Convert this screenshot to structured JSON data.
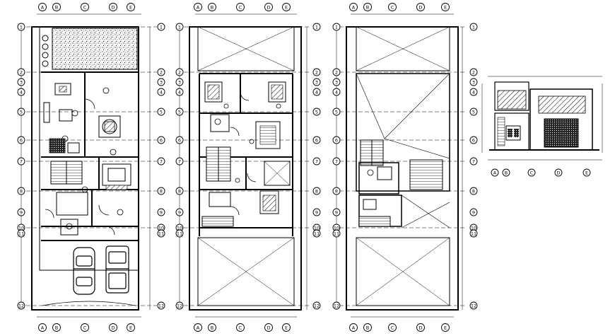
{
  "drawing": {
    "background": "#ffffff",
    "line_color": "#000000",
    "plans": [
      {
        "id": "ground-floor",
        "top_axes": [
          "A",
          "B",
          "C",
          "D",
          "E"
        ],
        "bottom_axes": [
          "A",
          "B",
          "C",
          "D",
          "E"
        ],
        "side_axes": [
          "1",
          "2",
          "3",
          "4",
          "5",
          "6",
          "7",
          "8",
          "9",
          "10",
          "11",
          "12"
        ]
      },
      {
        "id": "first-floor",
        "top_axes": [
          "A",
          "B",
          "C",
          "D",
          "E"
        ],
        "bottom_axes": [
          "A",
          "B",
          "C",
          "D",
          "E"
        ],
        "side_axes": [
          "1",
          "2",
          "3",
          "4",
          "5",
          "6",
          "7",
          "8",
          "9",
          "10",
          "11",
          "12"
        ]
      },
      {
        "id": "roof-plan",
        "top_axes": [
          "A",
          "B",
          "C",
          "D",
          "E"
        ],
        "bottom_axes": [
          "A",
          "B",
          "C",
          "D",
          "E"
        ],
        "side_axes": [
          "1",
          "2",
          "3",
          "4",
          "5",
          "6",
          "7",
          "8",
          "9",
          "10",
          "11",
          "12"
        ]
      }
    ],
    "elevation": {
      "id": "front-elevation",
      "bottom_axes": [
        "A",
        "B",
        "C",
        "D",
        "E"
      ]
    }
  }
}
